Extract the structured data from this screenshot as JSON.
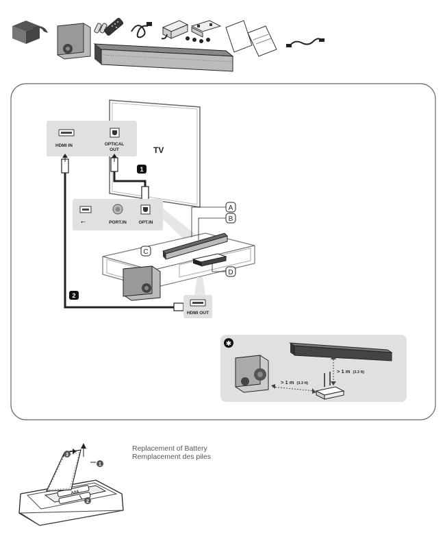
{
  "tv_panel": {
    "hdmi_in_label": "HDMI IN",
    "optical_out_line1": "OPTICAL",
    "optical_out_line2": "OUT",
    "tv_label": "TV"
  },
  "step_badges": [
    "1",
    "2"
  ],
  "soundbar_panel": {
    "usb_label": "⭠",
    "port_in_label": "PORT.IN",
    "opt_in_label": "OPT.IN"
  },
  "callouts": [
    "A",
    "B",
    "C",
    "D"
  ],
  "hdmi_out_label": "HDMI OUT",
  "wireless_inset": {
    "badge": "✱",
    "distance_subwoofer": "> 1 m",
    "distance_subwoofer_ft": "(3.3 ft)",
    "distance_soundbar": "> 1 m",
    "distance_soundbar_ft": "(3.3 ft)"
  },
  "battery": {
    "title_en": "Replacement of Battery",
    "title_fr": "Remplacement des piles",
    "steps": [
      "1",
      "2",
      "3"
    ],
    "battery_label": "AAA"
  }
}
